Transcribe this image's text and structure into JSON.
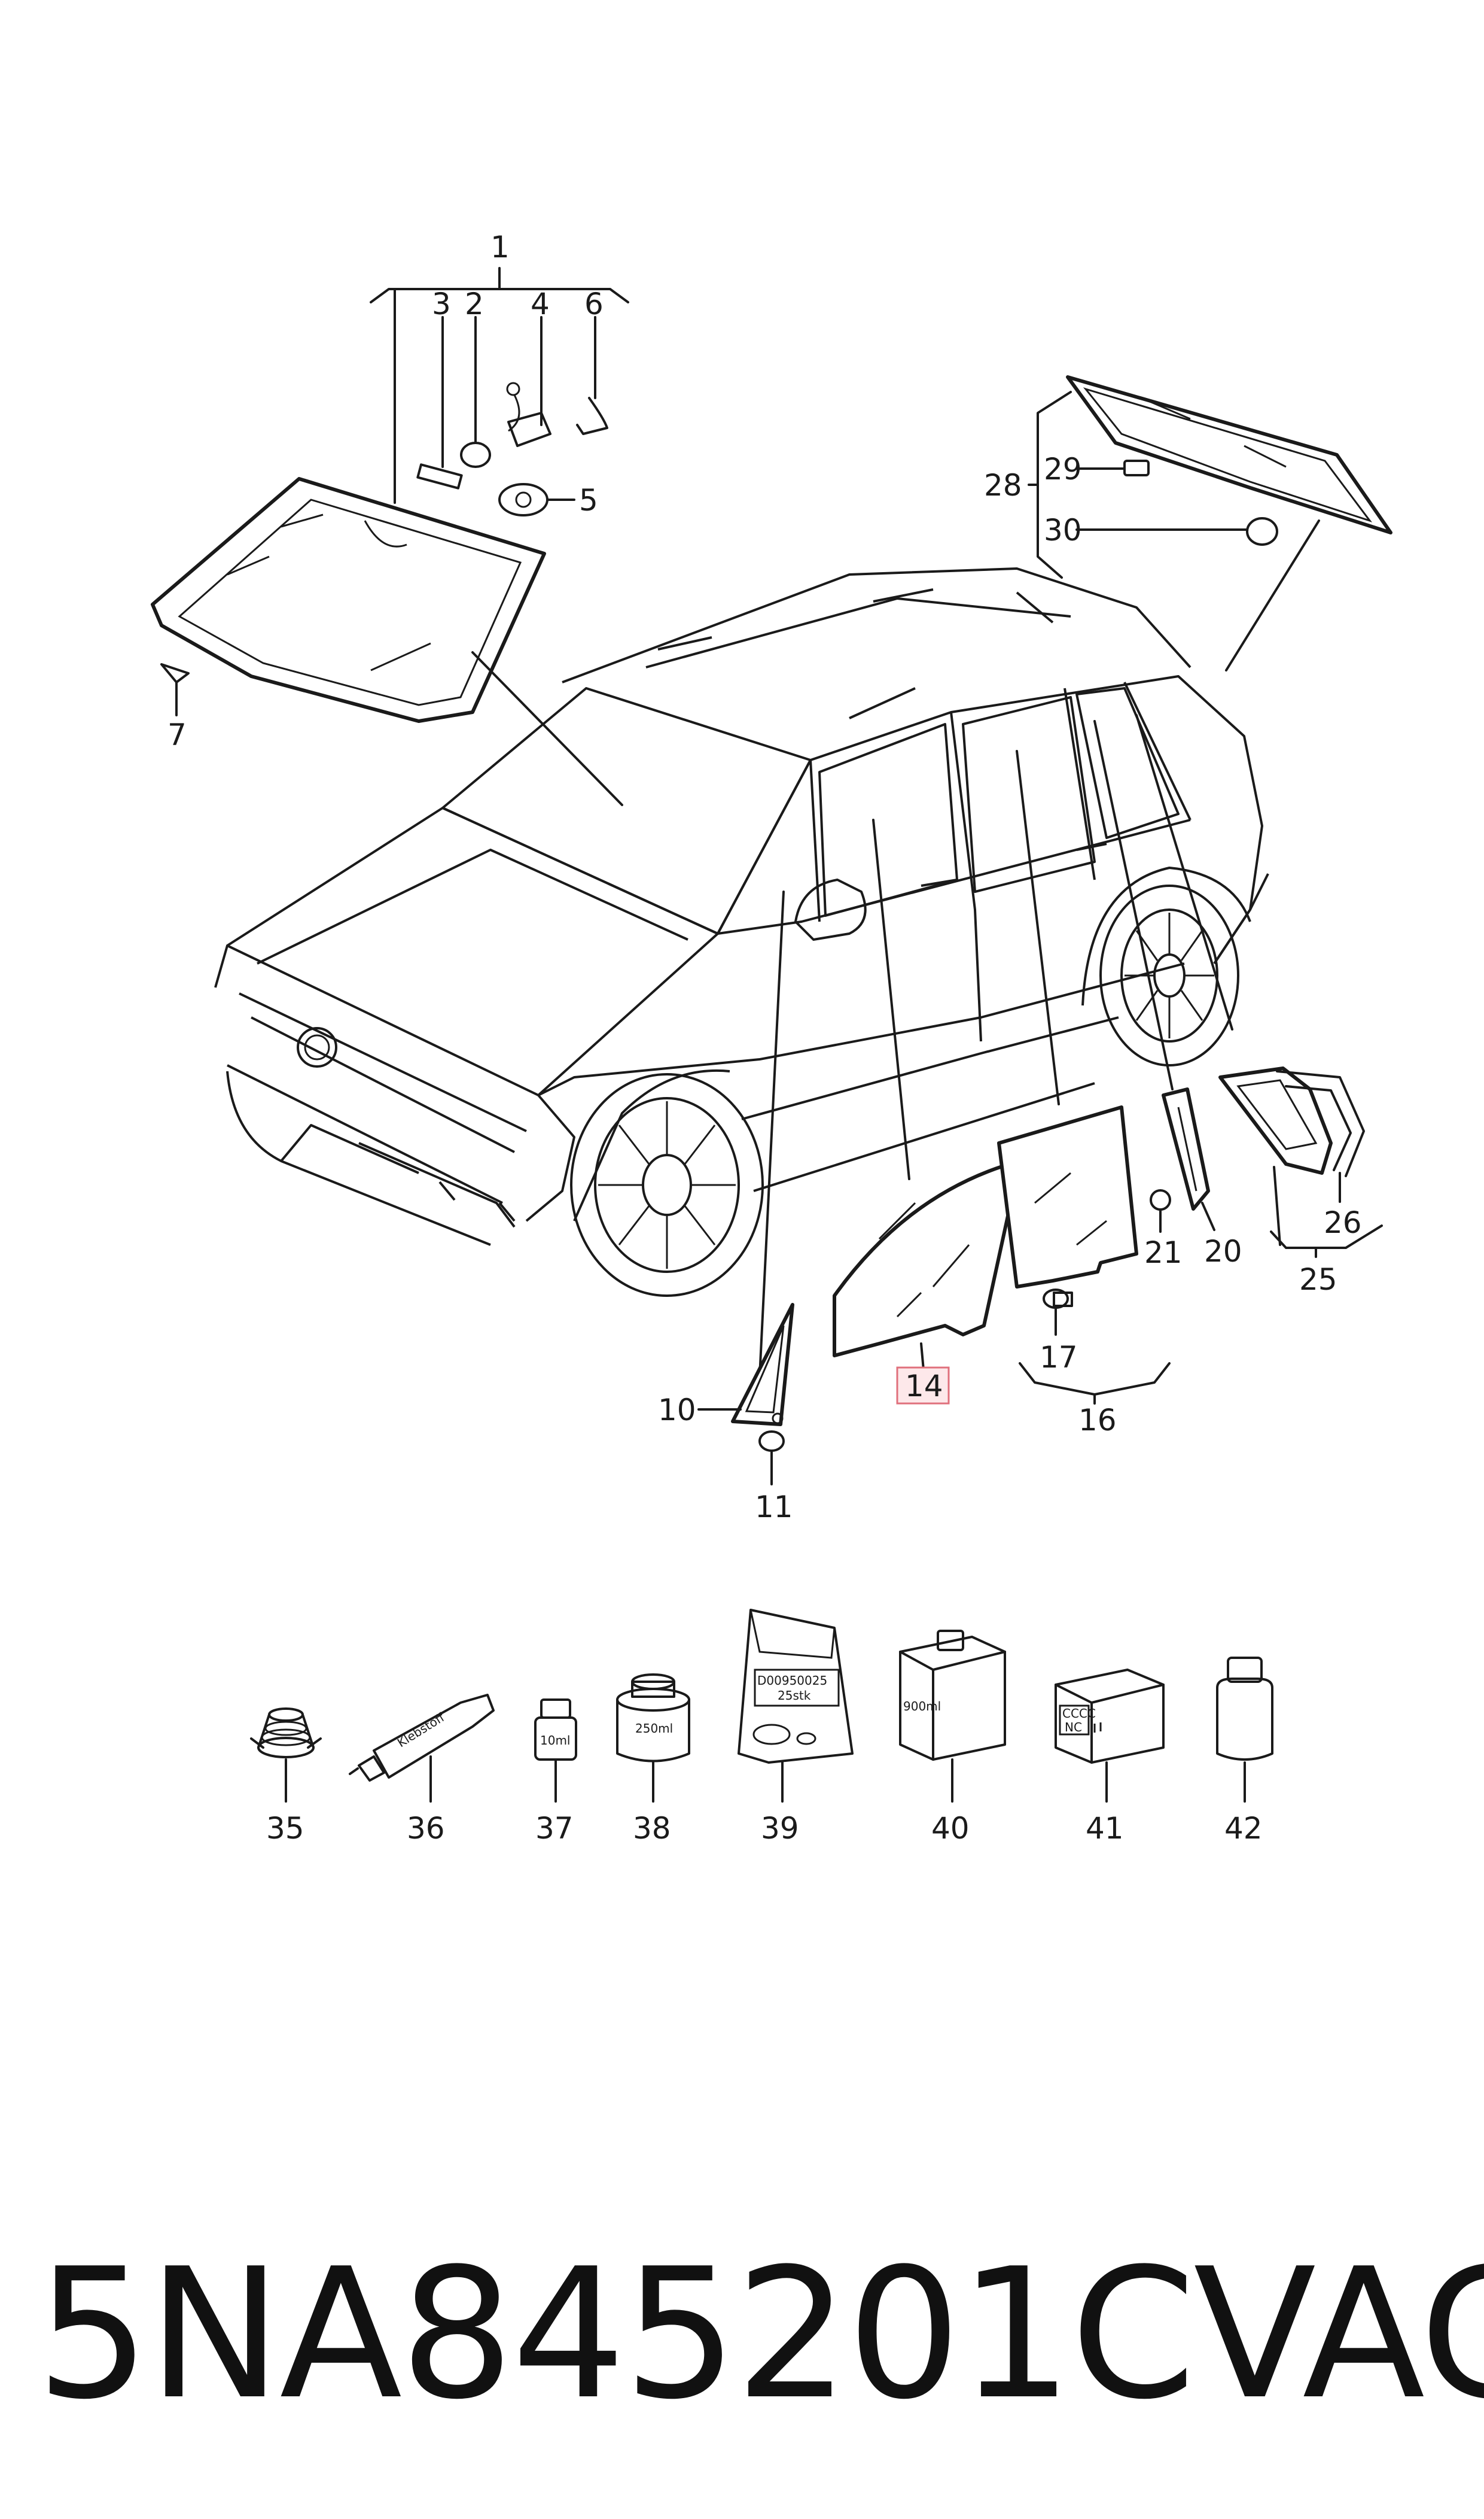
{
  "callouts": {
    "c1": "1",
    "c2": "2",
    "c3": "3",
    "c4": "4",
    "c5": "5",
    "c6": "6",
    "c7": "7",
    "c10": "10",
    "c11": "11",
    "c14": "14",
    "c16": "16",
    "c17": "17",
    "c20": "20",
    "c21": "21",
    "c25": "25",
    "c26": "26",
    "c28": "28",
    "c29": "29",
    "c30": "30",
    "c35": "35",
    "c36": "36",
    "c37": "37",
    "c38": "38",
    "c39": "39",
    "c40": "40",
    "c41": "41",
    "c42": "42"
  },
  "item_labels": {
    "tube": "Klebstoff",
    "bottle_37": "10ml",
    "can_38": "250ml",
    "bag_code": "D00950025",
    "bag_qty": "25stk",
    "box_40": "900ml",
    "box_41_line1": "CCCC",
    "box_41_line2": "NC"
  },
  "highlight": {
    "callout": "14",
    "color": "#e0707c"
  },
  "footer": {
    "part_number": "5NA845201C",
    "brand": "VAG"
  }
}
